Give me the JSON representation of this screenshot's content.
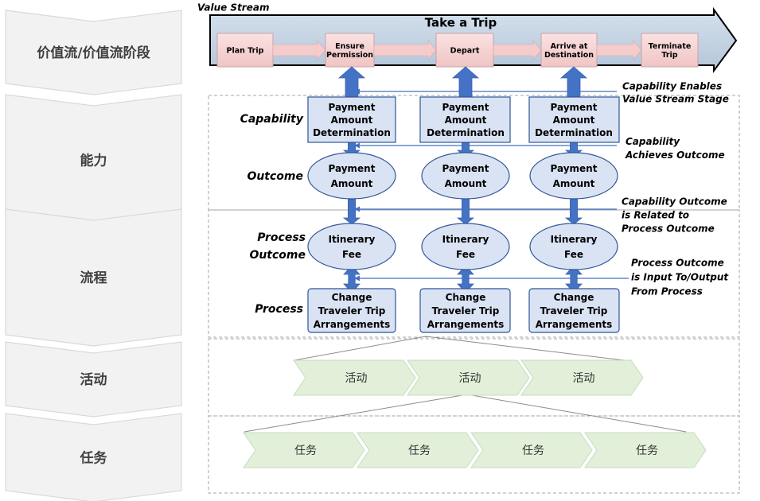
{
  "colors": {
    "chevron_fill": "#f2f2f2",
    "chevron_stroke": "#d9d9d9",
    "chevron_text": "#404040",
    "band_fill": "#c5d3e3",
    "step_fill": "#f4cccc",
    "blue": "#4472c4",
    "box_fill": "#dae3f3",
    "green_fill": "#e2f0d9",
    "dash": "#a6a6a6"
  },
  "stages": [
    {
      "label": "价值流/价值流阶段"
    },
    {
      "label": "能力"
    },
    {
      "label": "流程"
    },
    {
      "label": "活动"
    },
    {
      "label": "任务"
    }
  ],
  "value_stream": {
    "caption": "Value Stream",
    "title": "Take a Trip",
    "steps": [
      {
        "lines": [
          "Plan Trip"
        ]
      },
      {
        "lines": [
          "Ensure",
          "Permission"
        ]
      },
      {
        "lines": [
          "Depart"
        ]
      },
      {
        "lines": [
          "Arrive at",
          "Destination"
        ]
      },
      {
        "lines": [
          "Terminate",
          "Trip"
        ]
      }
    ]
  },
  "row_labels": {
    "capability": [
      "Capability"
    ],
    "outcome": [
      "Outcome"
    ],
    "process_outcome": [
      "Process",
      "Outcome"
    ],
    "process": [
      "Process"
    ]
  },
  "columns": [
    {
      "capability": [
        "Payment",
        "Amount",
        "Determination"
      ],
      "outcome": [
        "Payment",
        "Amount"
      ],
      "process_outcome": [
        "Itinerary",
        "Fee"
      ],
      "process": [
        "Change",
        "Traveler Trip",
        "Arrangements"
      ]
    },
    {
      "capability": [
        "Payment",
        "Amount",
        "Determination"
      ],
      "outcome": [
        "Payment",
        "Amount"
      ],
      "process_outcome": [
        "Itinerary",
        "Fee"
      ],
      "process": [
        "Change",
        "Traveler Trip",
        "Arrangements"
      ]
    },
    {
      "capability": [
        "Payment",
        "Amount",
        "Determination"
      ],
      "outcome": [
        "Payment",
        "Amount"
      ],
      "process_outcome": [
        "Itinerary",
        "Fee"
      ],
      "process": [
        "Change",
        "Traveler Trip",
        "Arrangements"
      ]
    }
  ],
  "annotations": [
    {
      "lines": [
        "Capability Enables",
        "Value Stream Stage"
      ]
    },
    {
      "lines": [
        "Capability",
        "Achieves Outcome"
      ]
    },
    {
      "lines": [
        "Capability Outcome",
        "is Related to",
        "Process Outcome"
      ]
    },
    {
      "lines": [
        "Process Outcome",
        "is Input To/Output",
        "From Process"
      ]
    }
  ],
  "activities": [
    {
      "label": "活动"
    },
    {
      "label": "活动"
    },
    {
      "label": "活动"
    }
  ],
  "tasks": [
    {
      "label": "任务"
    },
    {
      "label": "任务"
    },
    {
      "label": "任务"
    },
    {
      "label": "任务"
    }
  ]
}
